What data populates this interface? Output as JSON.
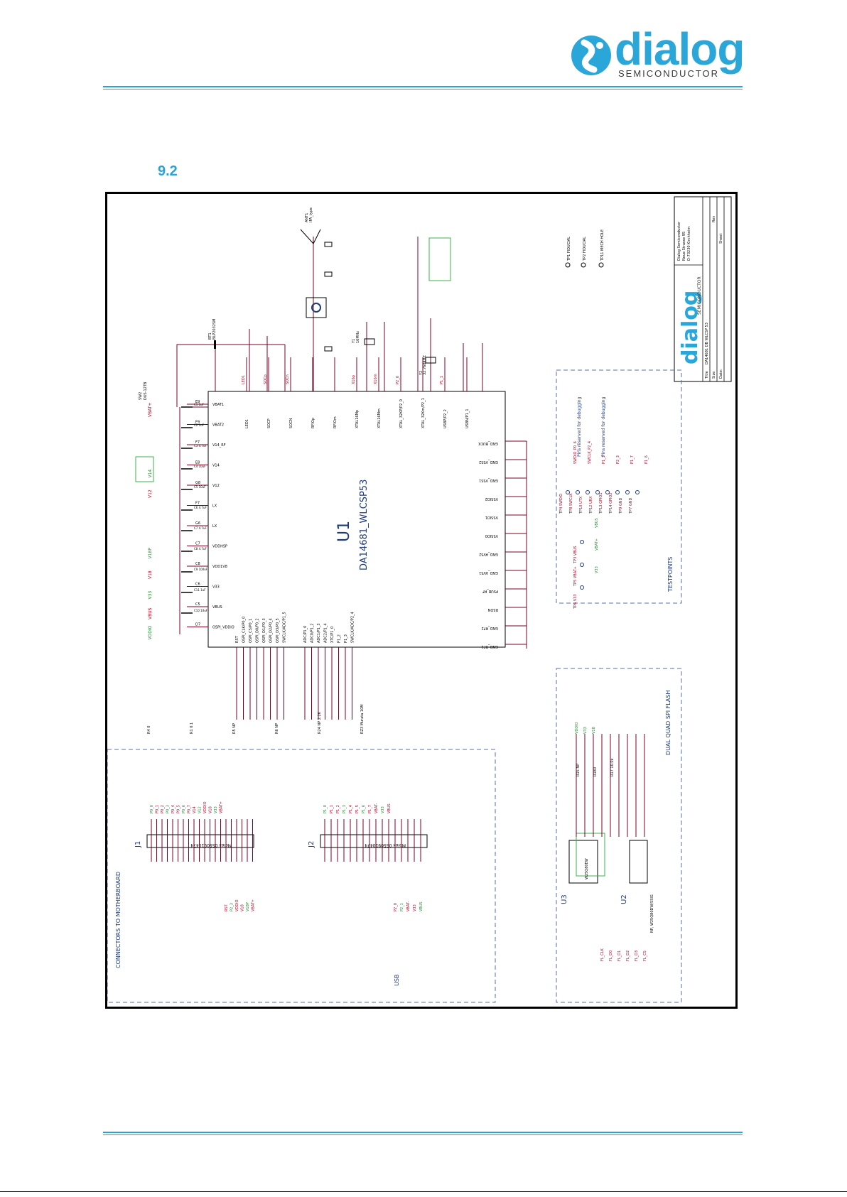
{
  "header": {
    "logo_word": "dialog",
    "logo_sub": "SEMICONDUCTOR",
    "accent_color": "#2aa7d8",
    "rule_color": "#27a3d8"
  },
  "section": {
    "number": "9.2"
  },
  "schematic": {
    "u1_ref": "U1",
    "u1_part": "DA14681_WLCSP53",
    "j1_ref": "J1",
    "j1_part": "Molex 0550910474",
    "j2_ref": "J2",
    "j2_part": "Molex 0550910474",
    "u2_ref": "U2",
    "u3_ref": "U3",
    "u2_part": "NP, W25Q80DW/SSIG",
    "u3_part": "W25Q80EW",
    "box_connectors": "CONNECTORS TO MOTHERBOARD",
    "box_flash": "DUAL QUAD SPI FLASH",
    "box_testpoints": "TESTPOINTS",
    "usb_label": "USB",
    "debug_note_1": "Pins reserved for debugging",
    "debug_note_2": "Pins reserved for debugging",
    "ant_ref": "ANT1",
    "ant_part": "IFA_type",
    "sw_ref": "SW2",
    "sw_part": "DUS-12TB",
    "bt_ref": "BT1",
    "bt_part": "BLP2032SM",
    "y1_ref": "Y1",
    "y1_part": "16MHz",
    "y2_ref": "Y2",
    "y2_part": "32.768KHZ",
    "tb_logo": "dialog",
    "tb_logo_sub": "SEMICONDUCTOR",
    "tb_title_label": "Title",
    "tb_title": "DA14681 DB WLCSP 53",
    "tb_size_label": "Size",
    "tb_date_label": "Date:",
    "tb_sheet_label": "Sheet",
    "tb_rev_label": "Rev",
    "tb_addr_1": "Dialog Semiconductor",
    "tb_addr_2": "Neue Strasse 95",
    "tb_addr_3": "D-73230 Kirchheim",
    "fiducial_1": "TP1 FIDUCIAL",
    "fiducial_2": "TP2 FIDUCIAL",
    "mech_hole": "TP11 MECH HOLE",
    "left_pins": [
      "VBAT1",
      "VBAT2",
      "V14_RF",
      "V14",
      "V12",
      "LX",
      "LX",
      "VDDHSP",
      "VDD1V8",
      "V33",
      "VBUS",
      "OSPI_VDDIO"
    ],
    "left_pin_ids": [
      "E9",
      "F9",
      "F7",
      "E8",
      "G8",
      "F7",
      "G6",
      "C7",
      "C8",
      "C6",
      "C5",
      "D7"
    ],
    "left_nets": [
      "VBAT+",
      "",
      "",
      "V14",
      "V12",
      "",
      "",
      "V18P",
      "V18",
      "V33",
      "VBUS",
      "VDDIO"
    ],
    "top_pins": [
      "LED1",
      "SOCP",
      "SOCN",
      "RFIOp",
      "RFIOm",
      "XTAL16Mp",
      "XTAL16Mm",
      "XTAL_32KP/P2_0",
      "XTAL_32Km/P2_1",
      "USBP/P2_2",
      "USBN/P1_1"
    ],
    "top_nets": [
      "LED1",
      "SOCp",
      "SOCn",
      "",
      "",
      "X16p",
      "X16m",
      "P2_0",
      "",
      "P1_1",
      ""
    ],
    "right_pins": [
      "GND_BUCK",
      "GND_VSS2",
      "GND_VSS1",
      "VSSIO2",
      "VSSIO1",
      "VSSIO0",
      "GND_AVS2",
      "GND_AVS1",
      "PSUB_RF",
      "RSON",
      "GND_RF2",
      "GND_RF1"
    ],
    "bottom_pins": [
      "RST",
      "QSPI_CLK/P0_0",
      "QSPI_CS/P0_1",
      "QSPI_D0/P0_2",
      "QSPI_D1/P0_3",
      "QSPI_D2/P0_4",
      "QSPI_D3/P0_5",
      "SWCLK/ADC/P1_5",
      "ADC/P1_0",
      "ADC0/P1_2",
      "ADC1/P1_3",
      "ADC2/P1_4",
      "XTC/P1_0",
      "P1_2",
      "P1_3",
      "SWCLK/ADC/P2_4"
    ],
    "tp_labels": [
      "TP3 VBUS",
      "TP5 VBAT+",
      "TP6 V33",
      "TP4 SWDIO",
      "TP8 SWCLK",
      "TP10 UTX",
      "TP12 URX",
      "TP13 GPIO1",
      "TP14 GPIO2",
      "TP9 GND",
      "TP7 GND"
    ],
    "tp_nets": [
      "VBUS",
      "VBAT+",
      "V33",
      "SWDIO_P0_6",
      "SWCLK_P2_4",
      "P1_3",
      "P2_3",
      "P1_7",
      "P1_6"
    ],
    "connector_nets_j1": [
      "P0_0",
      "P0_1",
      "P0_2",
      "P0_3",
      "P0_4",
      "P0_5",
      "P0_6",
      "P0_7",
      "V14",
      "V12",
      "VDDIO",
      "V18",
      "V33",
      "VBAT+",
      "RST",
      "P2_3",
      "VDDIO",
      "V18",
      "V18P",
      "VBAT+"
    ],
    "connector_nets_j2": [
      "P1_0",
      "P1_1",
      "P1_2",
      "P1_3",
      "P1_4",
      "P1_5",
      "P1_6",
      "P1_7",
      "VBAT-",
      "V33",
      "VBUS",
      "P2_0",
      "P2_1",
      "VBAT-",
      "V33",
      "VBUS"
    ],
    "flash_nets": [
      "VDDIO",
      "V33",
      "V18",
      "FL_CLK",
      "FL_D0",
      "FL_D1",
      "FL_D2",
      "FL_D3",
      "FL_CS"
    ],
    "resistors": [
      "R15 NP",
      "R180",
      "R17 10.0k",
      "R4 0",
      "R1 0.1",
      "R5 NP",
      "R6 NP",
      "R24 NP 2.2K",
      "RZ3 Murata 10M"
    ],
    "caps": [
      "C1 1uF",
      "C2 1uF",
      "C3 4.7uF",
      "C4 10uF",
      "C5 10uF",
      "C6 4.7uF",
      "C7 4.7uF",
      "C8 4.7uF",
      "C9 100nF",
      "C11 1uF",
      "C10 10uF"
    ]
  }
}
